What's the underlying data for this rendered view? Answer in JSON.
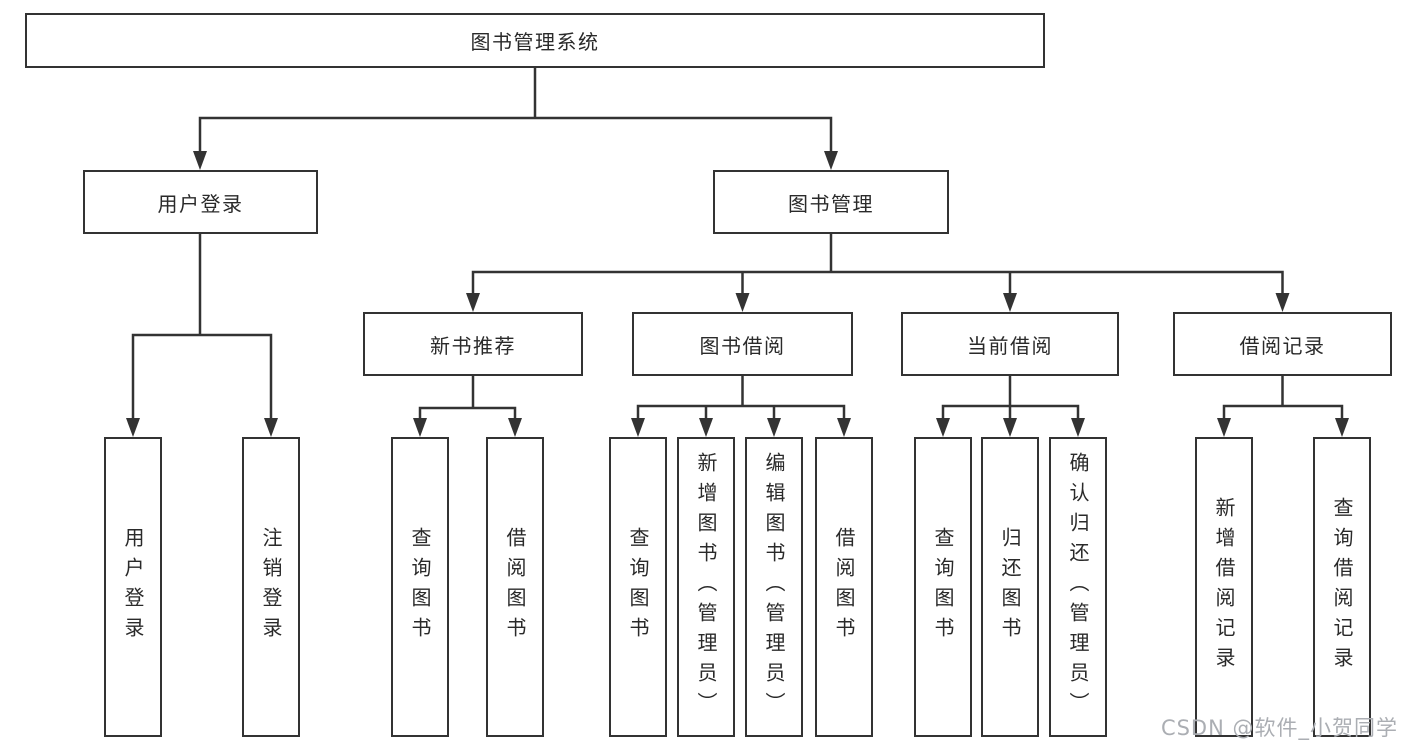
{
  "diagram": {
    "root": "图书管理系统",
    "level2": [
      {
        "label": "用户登录",
        "children": [
          "用户登录",
          "注销登录"
        ]
      },
      {
        "label": "图书管理",
        "children": [
          {
            "label": "新书推荐",
            "children": [
              "查询图书",
              "借阅图书"
            ]
          },
          {
            "label": "图书借阅",
            "children": [
              "查询图书",
              "新增图书（管理员）",
              "编辑图书（管理员）",
              "借阅图书"
            ]
          },
          {
            "label": "当前借阅",
            "children": [
              "查询图书",
              "归还图书",
              "确认归还（管理员）"
            ]
          },
          {
            "label": "借阅记录",
            "children": [
              "新增借阅记录",
              "查询借阅记录"
            ]
          }
        ]
      }
    ]
  },
  "watermark": "CSDN @软件_小贺同学",
  "colors": {
    "line": "#333333",
    "box_border": "#333333",
    "box_fill": "#ffffff",
    "text": "#2a2a2a",
    "watermark": "#abaeb3",
    "background": "#ffffff"
  }
}
